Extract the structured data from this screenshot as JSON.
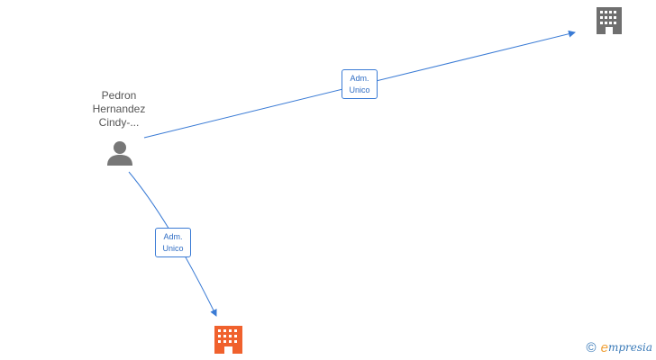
{
  "person": {
    "name_lines": [
      "Pedron",
      "Hernandez",
      "Cindy-..."
    ]
  },
  "edges": [
    {
      "label_lines": [
        "Adm.",
        "Unico"
      ],
      "target": "company-top-right"
    },
    {
      "label_lines": [
        "Adm.",
        "Unico"
      ],
      "target": "company-bottom"
    }
  ],
  "colors": {
    "edge": "#3a7bd5",
    "person_icon": "#777777",
    "company_primary": "#f0612d",
    "company_secondary": "#6f6f6f",
    "watermark": "#3a7ab8",
    "watermark_accent": "#f0a23a"
  },
  "watermark": {
    "symbol": "©",
    "brand_initial": "e",
    "brand_rest": "mpresia"
  }
}
